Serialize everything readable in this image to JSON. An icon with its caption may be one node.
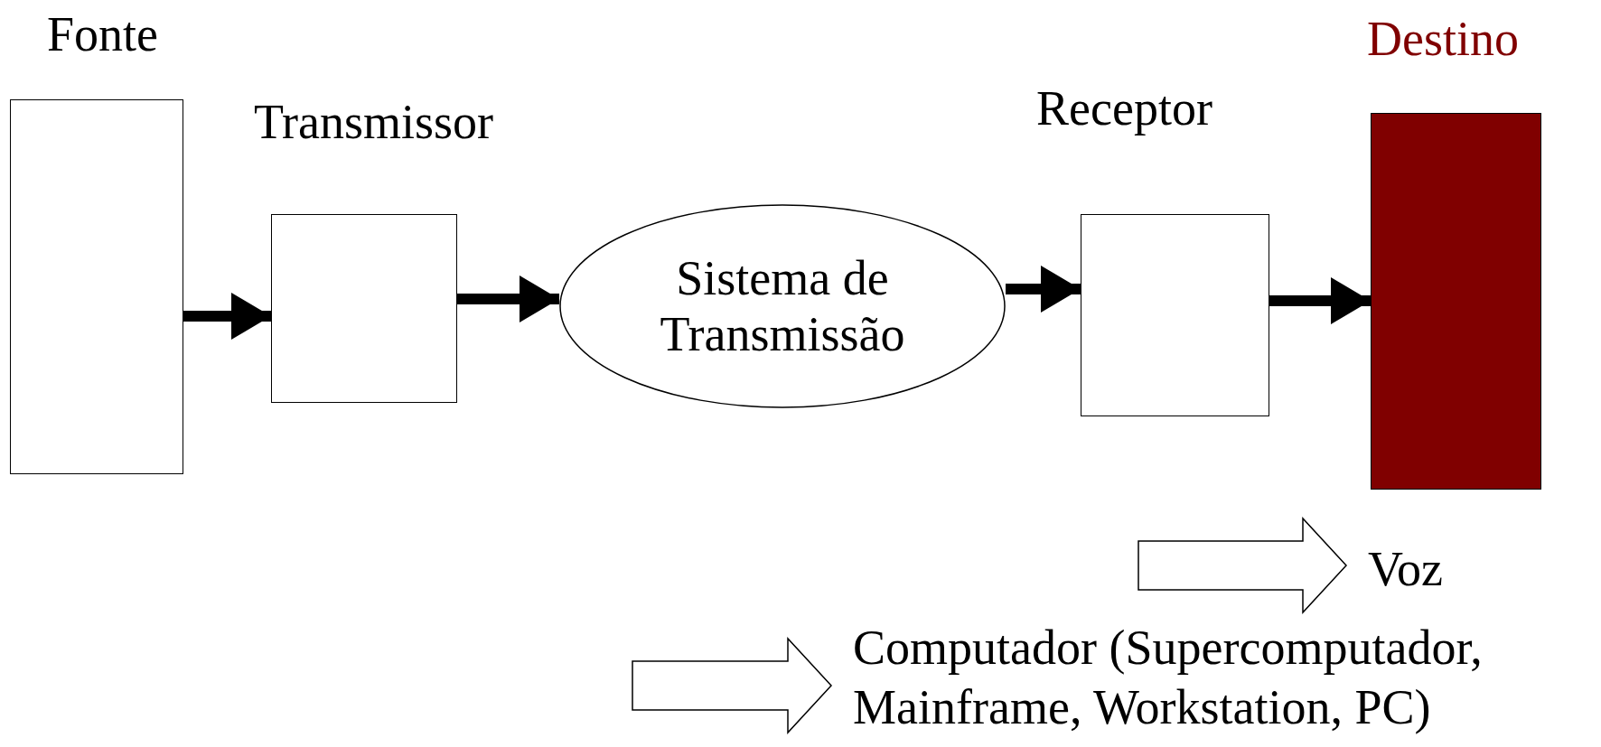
{
  "diagram": {
    "nodes": [
      {
        "text": [
          "Fonte"
        ]
      },
      {
        "text": [
          "Transmissor"
        ]
      },
      {
        "text": [
          "Sistema de Transmissão"
        ]
      },
      {
        "text": [
          "Receptor"
        ]
      },
      {
        "text": [
          "Destino"
        ]
      },
      {
        "text": [
          "Voz"
        ]
      },
      {
        "text": [
          "Computador (Supercomputador, Mainframe, Workstation, PC)"
        ]
      }
    ],
    "edges": [
      {
        "from": 0,
        "to": 1,
        "arrow": "to"
      },
      {
        "from": 1,
        "to": 2,
        "arrow": "to"
      },
      {
        "from": 2,
        "to": 3,
        "arrow": "to"
      },
      {
        "from": 3,
        "to": 4,
        "arrow": "to"
      },
      {
        "from": null,
        "to": 5,
        "arrow": "to",
        "style": "thick"
      },
      {
        "from": null,
        "to": 6,
        "arrow": "to",
        "style": "thick"
      }
    ]
  }
}
